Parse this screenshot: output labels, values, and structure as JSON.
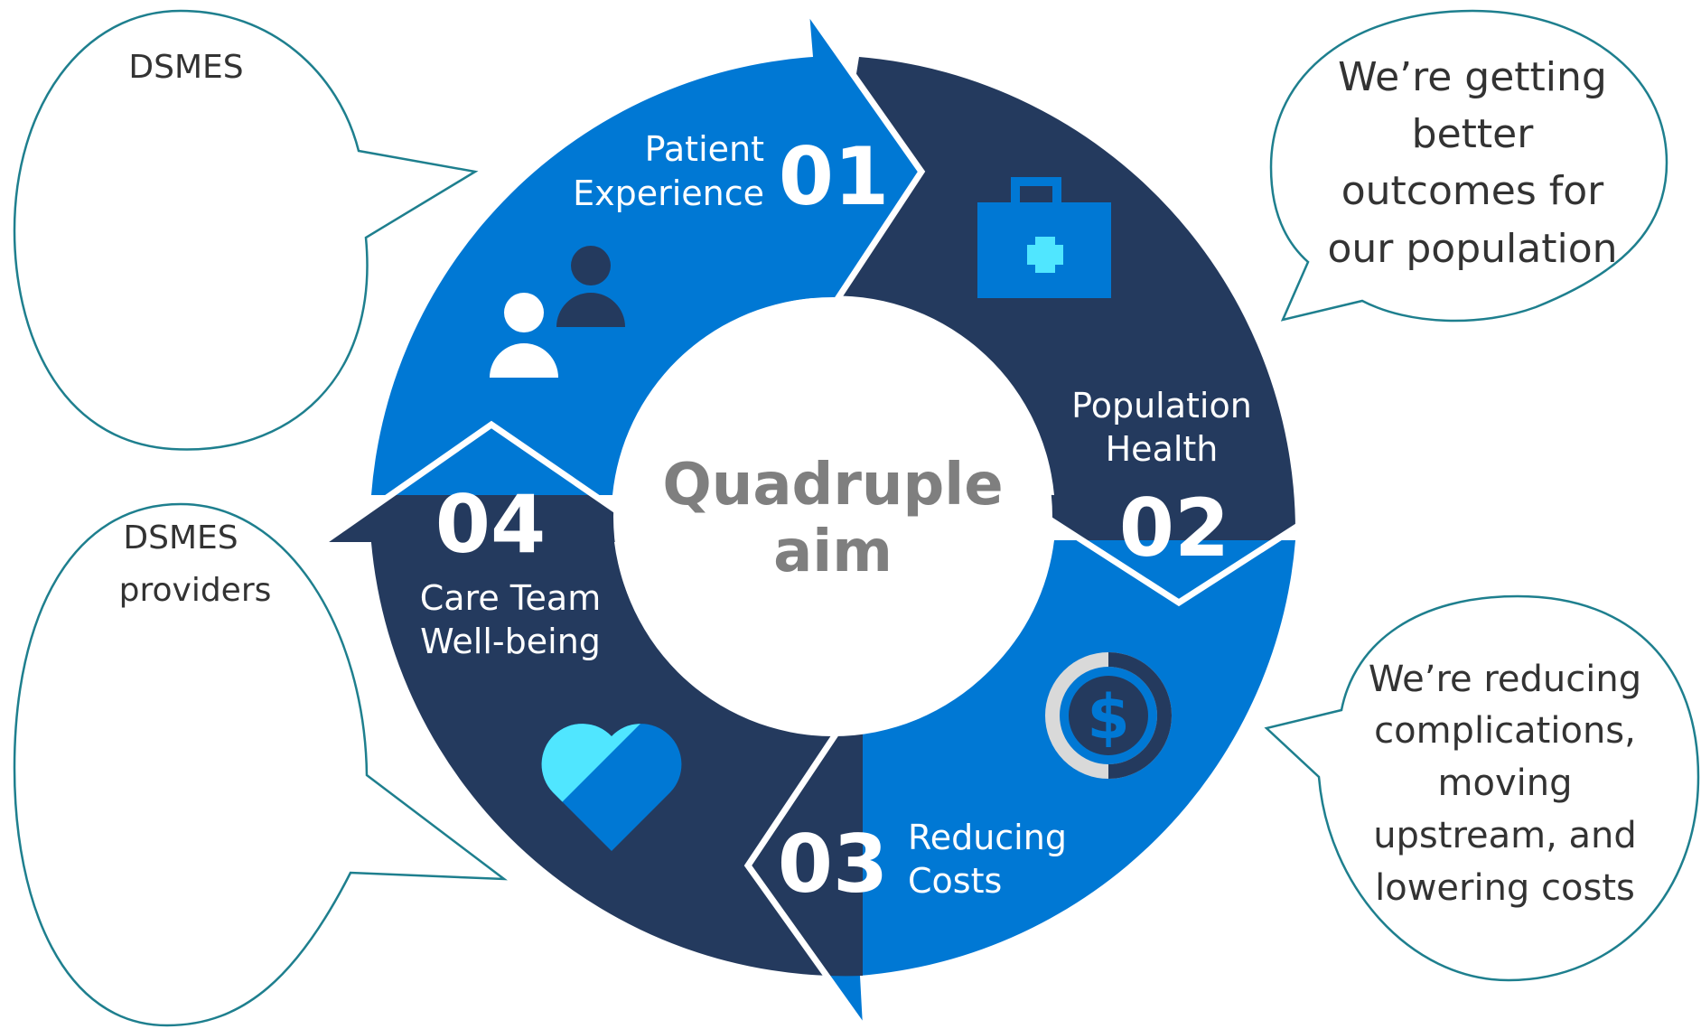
{
  "center": {
    "line1": "Quadruple",
    "line2": "aim"
  },
  "segments": [
    {
      "number": "01",
      "label_line1": "Patient",
      "label_line2": "Experience",
      "icon": "people-icon"
    },
    {
      "number": "02",
      "label_line1": "Population",
      "label_line2": "Health",
      "icon": "medical-kit-icon"
    },
    {
      "number": "03",
      "label_line1": "Reducing",
      "label_line2": "Costs",
      "icon": "dollar-coin-icon"
    },
    {
      "number": "04",
      "label_line1": "Care Team",
      "label_line2": "Well-being",
      "icon": "heart-icon"
    }
  ],
  "bubbles": {
    "top_left": {
      "line1": "DSMES"
    },
    "bottom_left": {
      "line1": "DSMES",
      "line2": "providers"
    },
    "top_right": {
      "line1": "We’re getting",
      "line2": "better",
      "line3": "outcomes for",
      "line4": "our population"
    },
    "bottom_right": {
      "line1": "We’re reducing",
      "line2": "complications,",
      "line3": "moving",
      "line4": "upstream, and",
      "line5": "lowering costs"
    }
  },
  "colors": {
    "dark_navy": "#243a5e",
    "bright_blue": "#0078d4",
    "light_cyan": "#50e6ff",
    "bubble_stroke": "#1e7f8e",
    "center_text": "#7f7f7f"
  }
}
